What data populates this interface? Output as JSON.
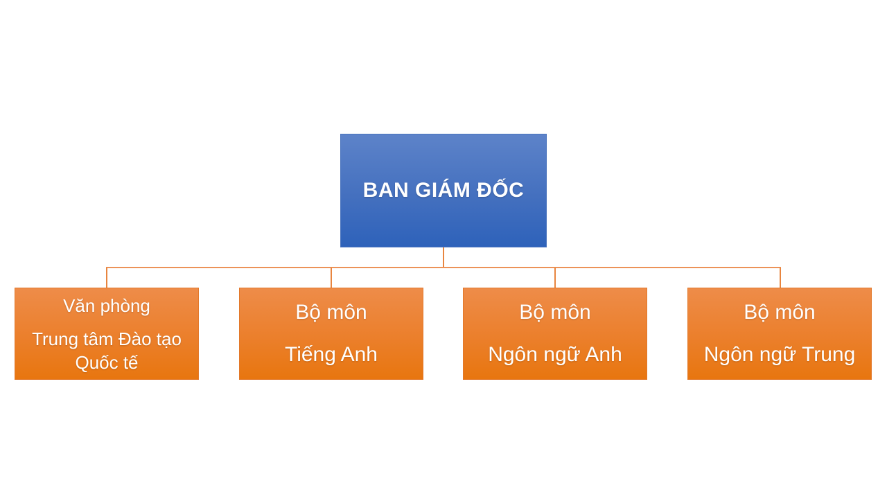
{
  "diagram": {
    "type": "org-chart",
    "root": {
      "label": "BAN GIÁM ĐỐC"
    },
    "children": [
      {
        "lines": [
          "Văn phòng",
          "Trung tâm Đào tạo Quốc tế"
        ]
      },
      {
        "lines": [
          "Bộ môn",
          "Tiếng Anh"
        ]
      },
      {
        "lines": [
          "Bộ môn",
          "Ngôn ngữ Anh"
        ]
      },
      {
        "lines": [
          "Bộ môn",
          "Ngôn ngữ Trung"
        ]
      }
    ],
    "colors": {
      "root_gradient_top": "#5d83c9",
      "root_gradient_bottom": "#2e62ba",
      "child_gradient_top": "#ee8c49",
      "child_gradient_bottom": "#e8760f",
      "connector": "#e8853f",
      "text": "#ffffff",
      "background": "#ffffff"
    }
  }
}
